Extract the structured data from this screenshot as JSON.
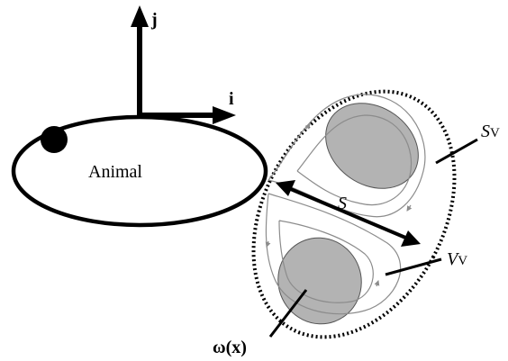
{
  "figure": {
    "axis_j": "j",
    "axis_i": "i",
    "body_label": "Animal",
    "separation_symbol": "S",
    "sv_main": "S",
    "sv_sub": "V",
    "vv_main": "V",
    "vv_sub": "V",
    "vorticity_main": "ω",
    "vorticity_open": "(",
    "vorticity_var": "x",
    "vorticity_close": ")"
  },
  "colors": {
    "ink": "#000000",
    "vortex_core": "#b3b3b3",
    "streamline": "#8c8c8c",
    "background": "#ffffff"
  }
}
